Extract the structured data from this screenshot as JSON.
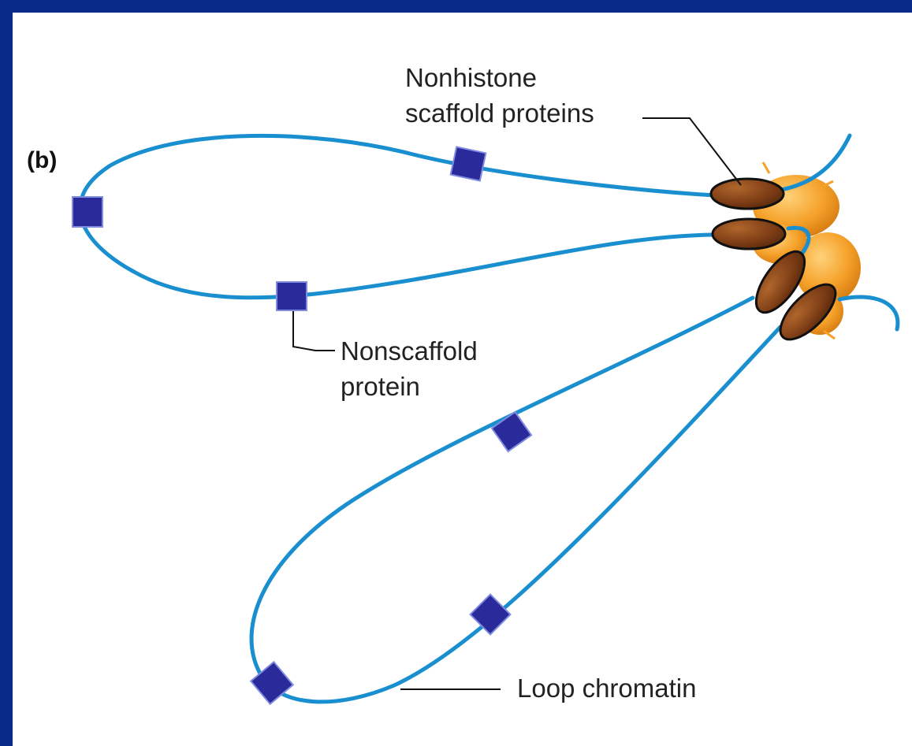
{
  "panel_label": "(b)",
  "labels": {
    "scaffold_line1": "Nonhistone",
    "scaffold_line2": "scaffold proteins",
    "nonscaffold_line1": "Nonscaffold",
    "nonscaffold_line2": "protein",
    "loop": "Loop chromatin"
  },
  "colors": {
    "frame": "#0a2a8a",
    "background": "#ffffff",
    "chromatin": "#1a8fd0",
    "nonscaffold_protein": "#2b2a9a",
    "scaffold_protein": "#7a3a14",
    "histone_core": "#f39a1e"
  }
}
